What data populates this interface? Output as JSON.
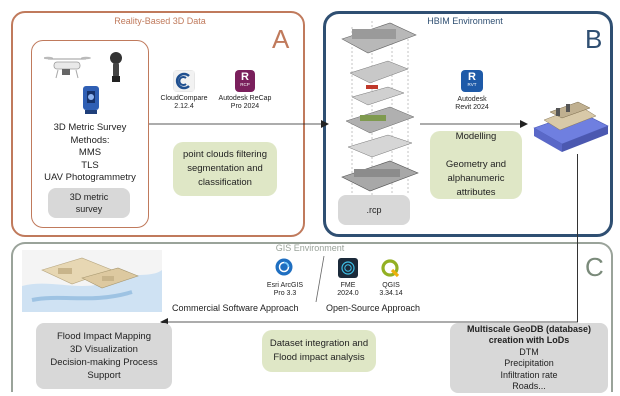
{
  "panel_a": {
    "title": "Reality-Based 3D Data",
    "letter": "A",
    "survey_text": "3D Metric Survey\nMethods:\nMMS\nTLS\nUAV Photogrammetry",
    "survey_button": "3D metric\nsurvey",
    "cloudcompare": "CloudCompare\n2.12.4",
    "recap": "Autodesk ReCap\nPro 2024",
    "recap_badge": "RCP",
    "process_box": "point clouds filtering\nsegmentation and\nclassification"
  },
  "panel_b": {
    "title": "HBIM Environment",
    "letter": "B",
    "rcp_label": ".rcp",
    "revit": "Autodesk\nRevit 2024",
    "revit_badge": "RVT",
    "modelling_box": "Modelling\n\nGeometry and\nalphanumeric\nattributes"
  },
  "panel_c": {
    "title": "GIS Environment",
    "letter": "C",
    "arcgis": "Esri ArcGIS\nPro 3.3",
    "fme": "FME\n2024.0",
    "qgis": "QGIS\n3.34.14",
    "commercial": "Commercial Software Approach",
    "opensource": "Open-Source Approach",
    "flood_box": "Flood Impact Mapping\n3D Visualization\nDecision-making Process\nSupport",
    "dataset_box": "Dataset integration and\nFlood impact analysis",
    "geodb_title": "Multiscale GeoDB (database)\ncreation with LoDs",
    "geodb_items": "DTM\nPrecipitation\nInfiltration rate\nRoads..."
  },
  "colors": {
    "panel_a_border": "#c07a5c",
    "panel_b_border": "#2f4f72",
    "panel_c_border": "#9aa39a",
    "green_box": "#dfe7c6",
    "grey_box": "#d8d8d8"
  }
}
